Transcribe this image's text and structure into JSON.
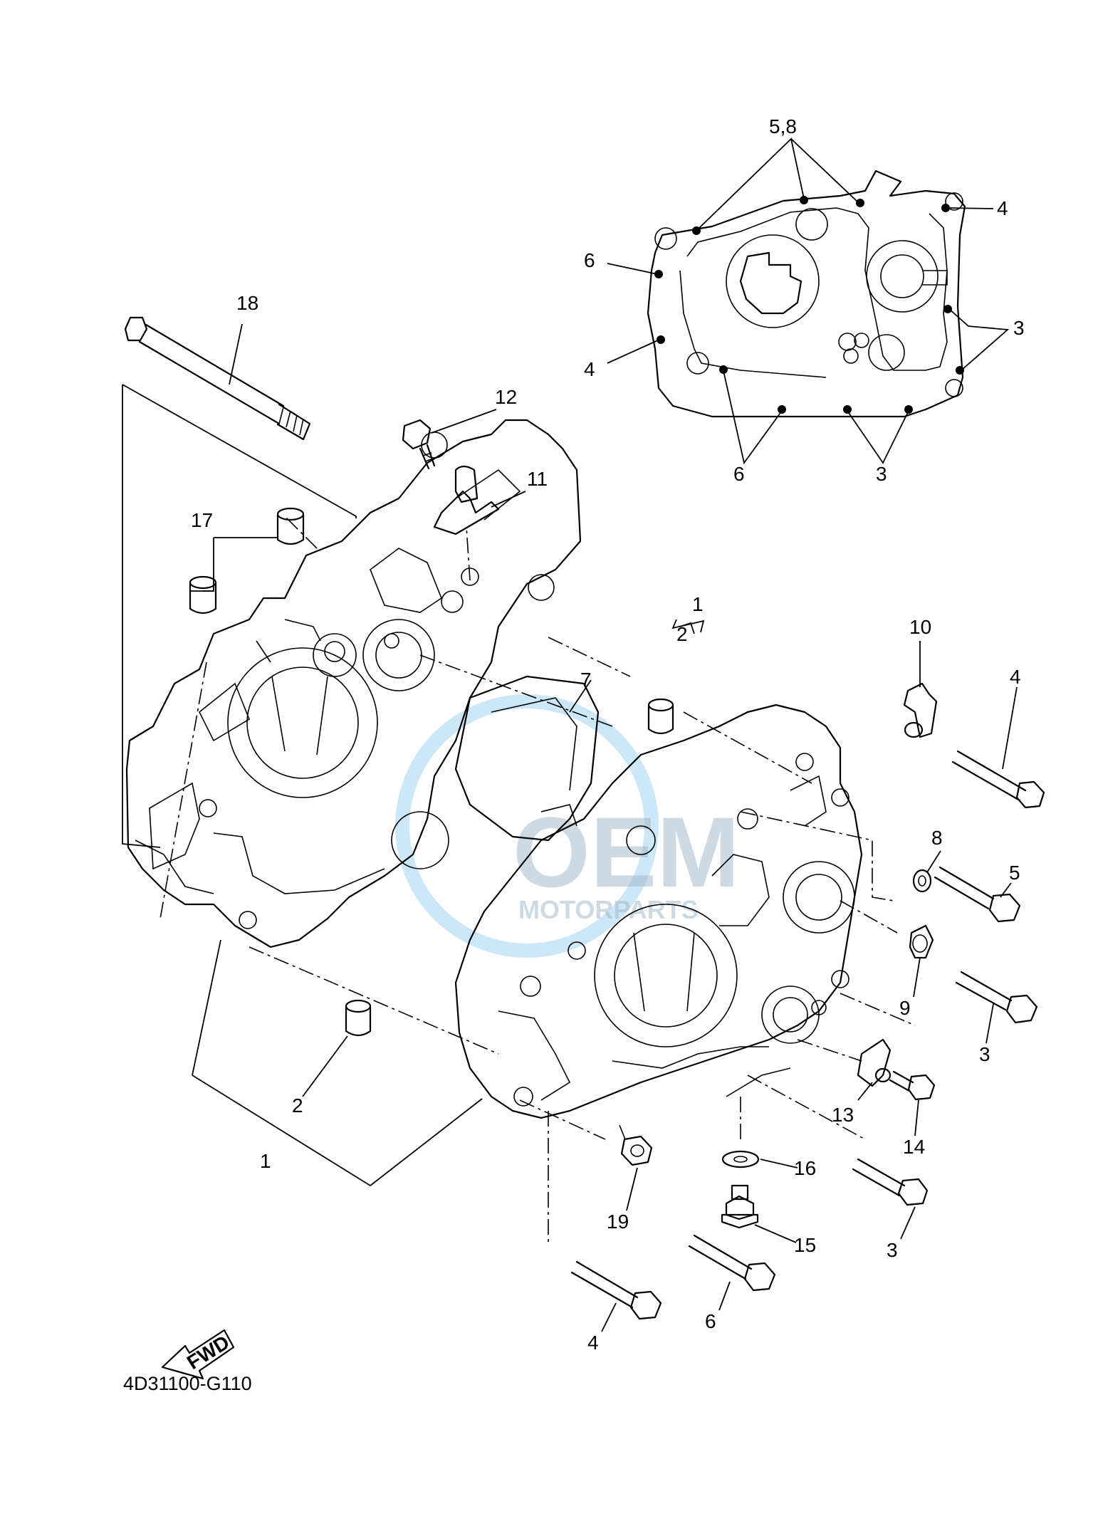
{
  "diagram_code": "4D31100-G110",
  "fwd_label": "FWD",
  "watermark": {
    "brand": "OEM",
    "sub": "MOTORPARTS",
    "color": "#8ec9ee"
  },
  "callouts": [
    {
      "id": "c58",
      "label": "5,8"
    },
    {
      "id": "c4a",
      "label": "4"
    },
    {
      "id": "c6a",
      "label": "6"
    },
    {
      "id": "c4b",
      "label": "4"
    },
    {
      "id": "c3a",
      "label": "3"
    },
    {
      "id": "c6b",
      "label": "6"
    },
    {
      "id": "c3b",
      "label": "3"
    },
    {
      "id": "c18",
      "label": "18"
    },
    {
      "id": "c12",
      "label": "12"
    },
    {
      "id": "c11",
      "label": "11"
    },
    {
      "id": "c17",
      "label": "17"
    },
    {
      "id": "c1top",
      "label": "1"
    },
    {
      "id": "c2top",
      "label": "2"
    },
    {
      "id": "c7",
      "label": "7"
    },
    {
      "id": "c10",
      "label": "10"
    },
    {
      "id": "c4c",
      "label": "4"
    },
    {
      "id": "c8",
      "label": "8"
    },
    {
      "id": "c5",
      "label": "5"
    },
    {
      "id": "c9",
      "label": "9"
    },
    {
      "id": "c3c",
      "label": "3"
    },
    {
      "id": "c13",
      "label": "13"
    },
    {
      "id": "c14",
      "label": "14"
    },
    {
      "id": "c16",
      "label": "16"
    },
    {
      "id": "c3d",
      "label": "3"
    },
    {
      "id": "c15",
      "label": "15"
    },
    {
      "id": "c19",
      "label": "19"
    },
    {
      "id": "c6c",
      "label": "6"
    },
    {
      "id": "c4d",
      "label": "4"
    },
    {
      "id": "c2bot",
      "label": "2"
    },
    {
      "id": "c1bot",
      "label": "1"
    }
  ]
}
